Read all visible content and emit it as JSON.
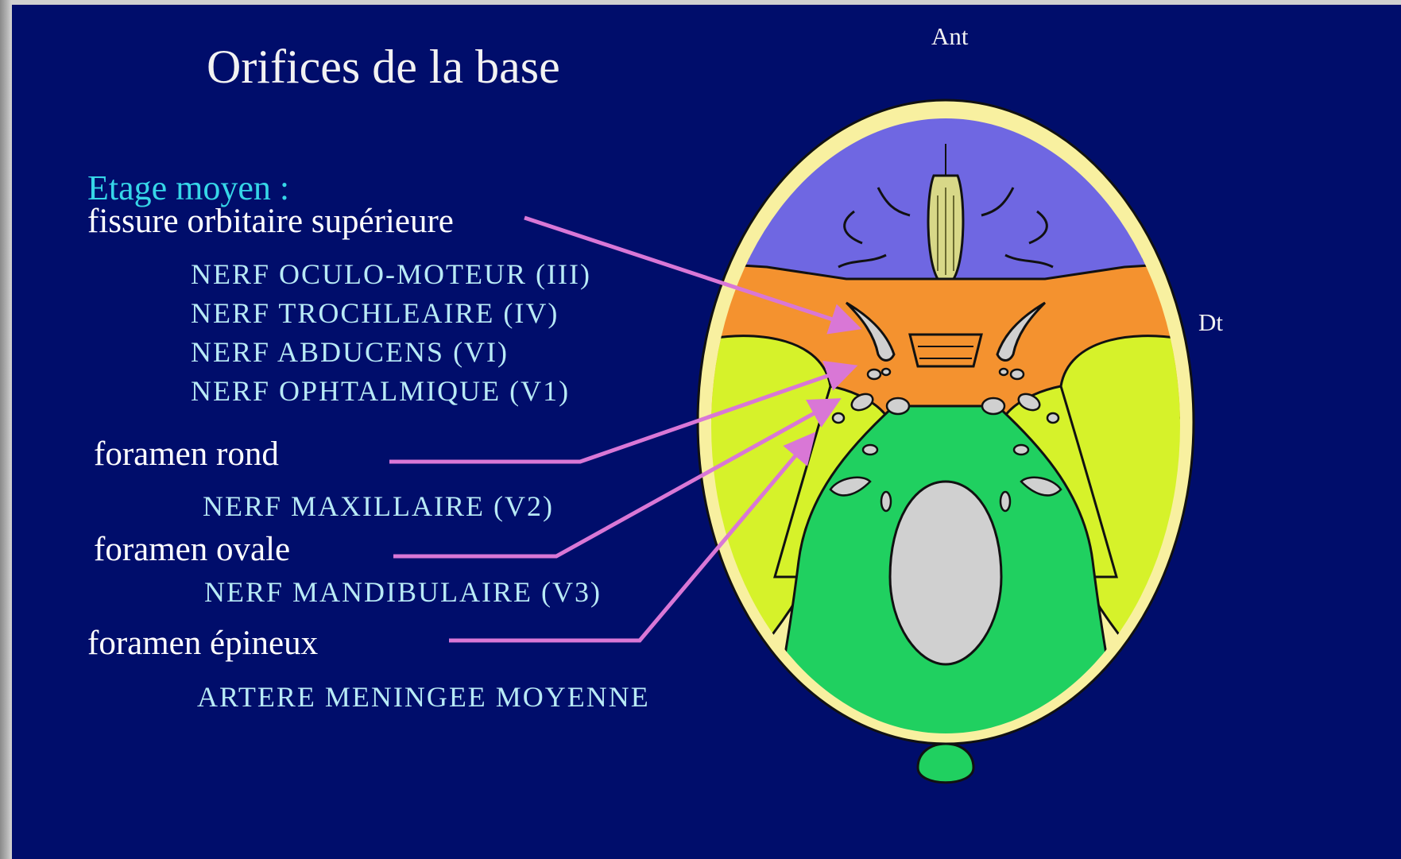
{
  "slide": {
    "title": "Orifices de la base",
    "section": "Etage moyen :",
    "orientation": {
      "anterior": "Ant",
      "right": "Dt"
    },
    "groups": [
      {
        "foramen": "fissure orbitaire supérieure",
        "contents": [
          "NERF OCULO-MOTEUR (III)",
          "NERF TROCHLEAIRE (IV)",
          "NERF ABDUCENS (VI)",
          "NERF OPHTALMIQUE (V1)"
        ]
      },
      {
        "foramen": "foramen rond",
        "contents": [
          "NERF MAXILLAIRE (V2)"
        ]
      },
      {
        "foramen": "foramen ovale",
        "contents": [
          "NERF MANDIBULAIRE (V3)"
        ]
      },
      {
        "foramen": "foramen épineux",
        "contents": [
          "ARTERE MENINGEE MOYENNE"
        ]
      }
    ]
  },
  "colors": {
    "background": "#000d6b",
    "section_text": "#36d6e8",
    "arrow": "#d977d6",
    "skull_outline": "#f8f0a0",
    "anterior_fossa": "#6f67e2",
    "middle_fossa": "#f4922f",
    "lateral_bone": "#d6f22a",
    "posterior_fossa": "#20d060",
    "foramen_fill": "#d0d0d0"
  }
}
